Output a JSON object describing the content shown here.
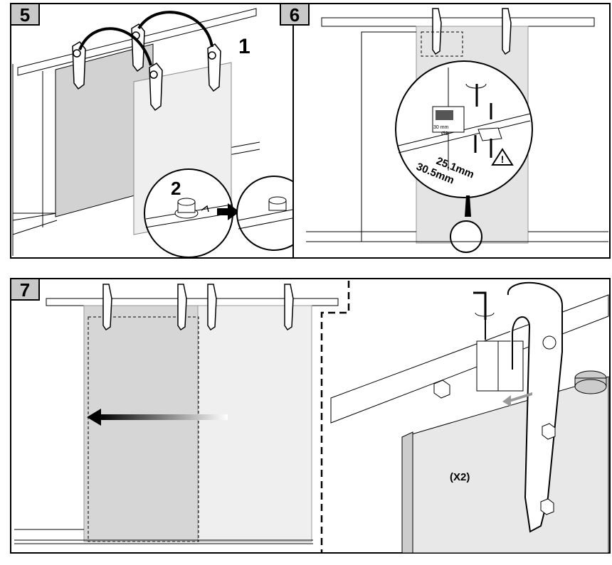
{
  "steps": {
    "step5": {
      "number": "5",
      "sub1": "1",
      "sub2": "2"
    },
    "step6": {
      "number": "6",
      "drill_size": "30 mm",
      "drill_diam": "Ø8",
      "dim_a": "25.1mm",
      "dim_b": "30.5mm"
    },
    "step7": {
      "number": "7",
      "qty": "(X2)"
    }
  },
  "colors": {
    "line": "#000000",
    "door_dark": "#d2d2d2",
    "door_light": "#efefef",
    "rail": "#ffffff"
  }
}
